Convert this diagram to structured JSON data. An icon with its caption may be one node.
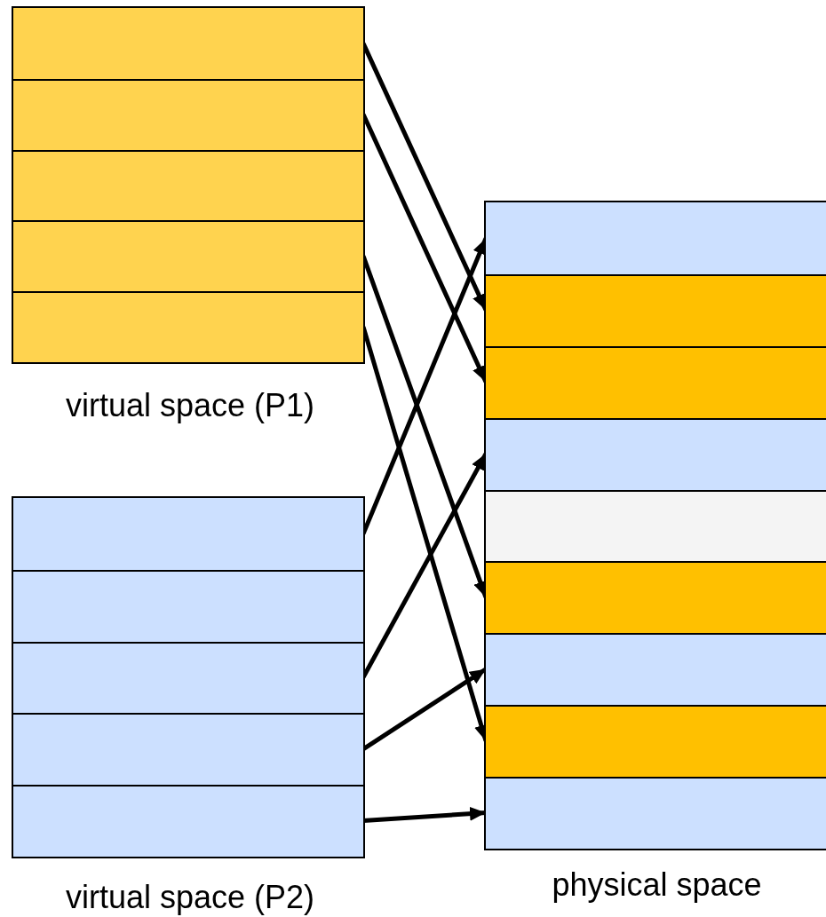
{
  "diagram": {
    "nodes": [
      {
        "text": [
          "virtual space (P1)"
        ]
      },
      {
        "text": [],
        "shape": "box",
        "in": 0
      },
      {
        "text": [],
        "shape": "box",
        "in": 0
      },
      {
        "text": [],
        "shape": "box",
        "in": 0
      },
      {
        "text": [],
        "shape": "box",
        "in": 0
      },
      {
        "text": [],
        "shape": "box",
        "in": 0
      },
      {
        "text": [
          "virtual space (P2)"
        ]
      },
      {
        "text": [],
        "shape": "box",
        "in": 6
      },
      {
        "text": [],
        "shape": "box",
        "in": 6
      },
      {
        "text": [],
        "shape": "box",
        "in": 6
      },
      {
        "text": [],
        "shape": "box",
        "in": 6
      },
      {
        "text": [],
        "shape": "box",
        "in": 6
      },
      {
        "text": [
          "physical space"
        ]
      },
      {
        "text": [],
        "shape": "box",
        "in": 12
      },
      {
        "text": [],
        "shape": "box",
        "in": 12
      },
      {
        "text": [],
        "shape": "box",
        "in": 12
      },
      {
        "text": [],
        "shape": "box",
        "in": 12
      },
      {
        "text": [],
        "shape": "box",
        "in": 12
      },
      {
        "text": [],
        "shape": "box",
        "in": 12
      },
      {
        "text": [],
        "shape": "box",
        "in": 12
      },
      {
        "text": [],
        "shape": "box",
        "in": 12
      },
      {
        "text": [],
        "shape": "box",
        "in": 12
      }
    ],
    "edges": [
      {
        "from": 1,
        "to": 14,
        "arrow": "to"
      },
      {
        "from": 2,
        "to": 15,
        "arrow": "to"
      },
      {
        "from": 4,
        "to": 18,
        "arrow": "to"
      },
      {
        "from": 5,
        "to": 20,
        "arrow": "to"
      },
      {
        "from": 7,
        "to": 13,
        "arrow": "to"
      },
      {
        "from": 9,
        "to": 16,
        "arrow": "to"
      },
      {
        "from": 10,
        "to": 19,
        "arrow": "to"
      },
      {
        "from": 11,
        "to": 21,
        "arrow": "to"
      }
    ]
  }
}
